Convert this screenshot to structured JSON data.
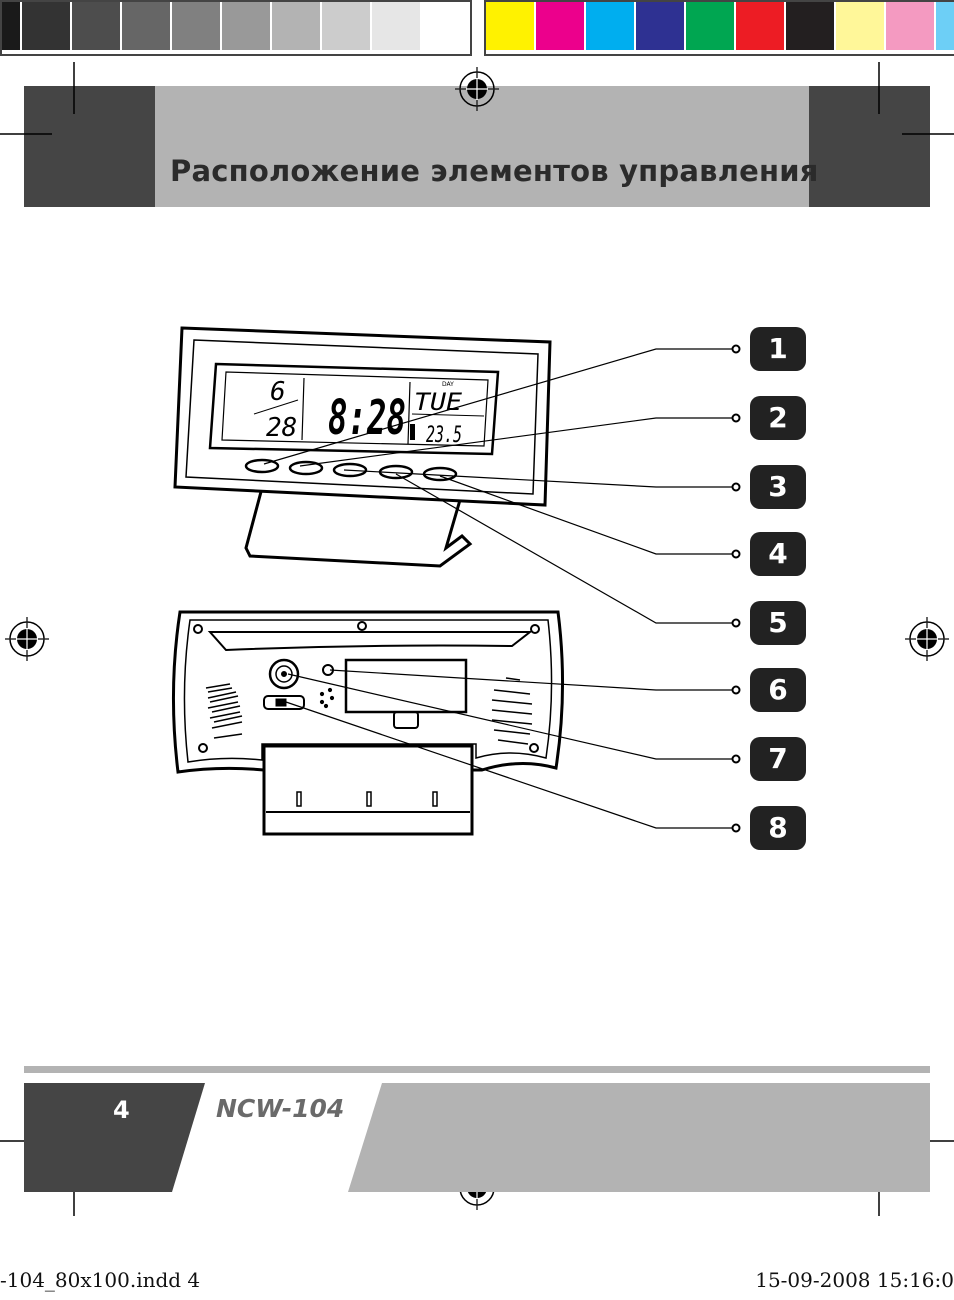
{
  "header": {
    "title": "Расположение элементов управления"
  },
  "footer": {
    "page_number": "4",
    "model": "NCW-104"
  },
  "slug": {
    "file": "-104_80x100.indd   4",
    "datetime": "15-09-2008   15:16:0"
  },
  "clock_display": {
    "month": "6",
    "day": "28",
    "time": "8:28",
    "weekday": "TUE",
    "temperature": "23.5",
    "day_label": "DAY"
  },
  "callouts": [
    "1",
    "2",
    "3",
    "4",
    "5",
    "6",
    "7",
    "8"
  ],
  "colors": {
    "gray_scale": [
      "#1a1a1a",
      "#333333",
      "#4d4d4d",
      "#666666",
      "#808080",
      "#999999",
      "#b3b3b3",
      "#cccccc",
      "#e6e6e6",
      "#ffffff"
    ],
    "process": [
      "#fff200",
      "#ec008c",
      "#00aeef",
      "#2e3192",
      "#00a651",
      "#ed1c24",
      "#231f20",
      "#fff799",
      "#f49ac1",
      "#6dcff6"
    ],
    "title_band": "#b3b3b3",
    "corner": "#454545"
  }
}
